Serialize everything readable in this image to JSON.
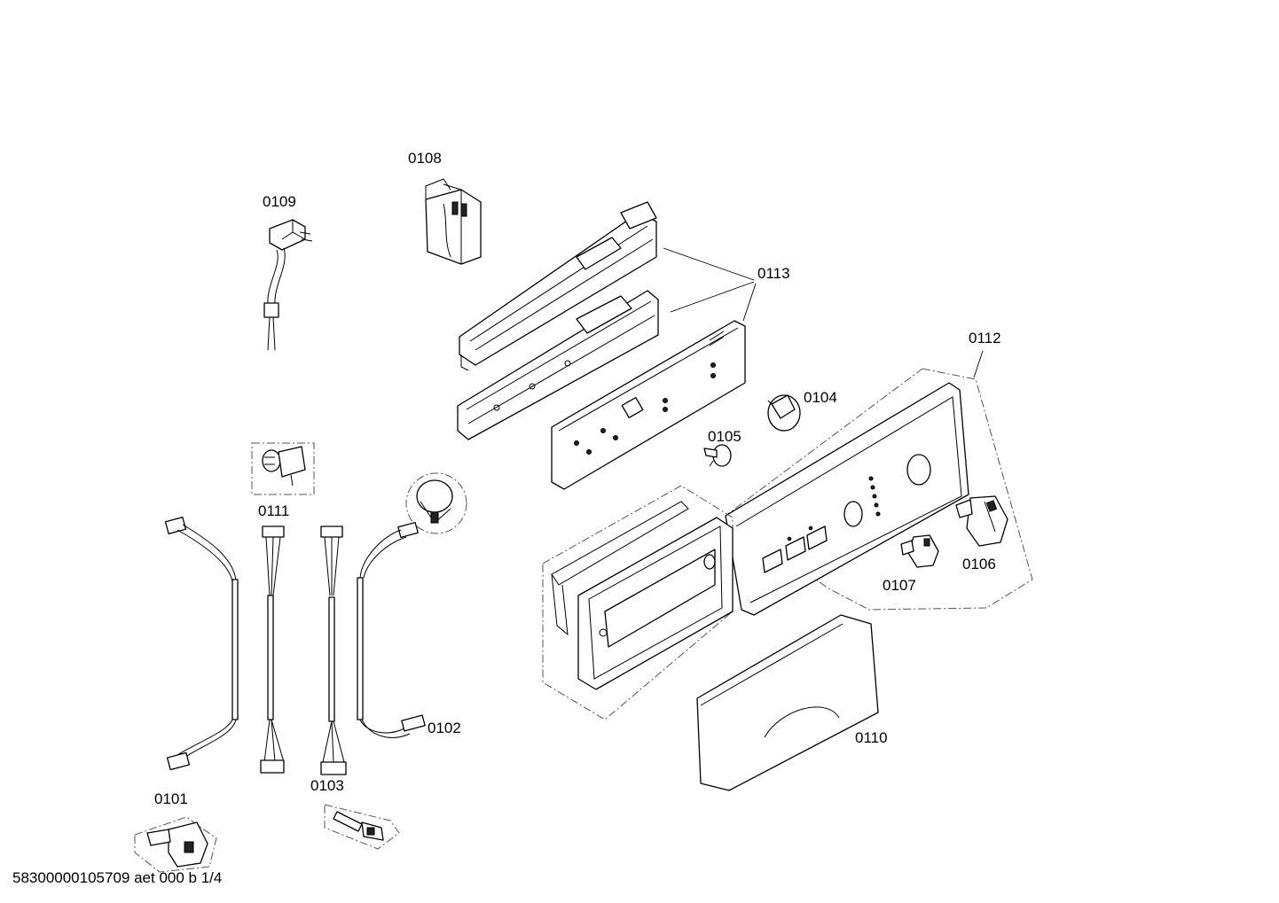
{
  "callouts": {
    "p0101": "0101",
    "p0102": "0102",
    "p0103": "0103",
    "p0104": "0104",
    "p0105": "0105",
    "p0106": "0106",
    "p0107": "0107",
    "p0108": "0108",
    "p0109": "0109",
    "p0110": "0110",
    "p0111": "0111",
    "p0112": "0112",
    "p0113": "0113"
  },
  "footer": {
    "document_code": "58300000105709 aet 000 b 1/4"
  }
}
